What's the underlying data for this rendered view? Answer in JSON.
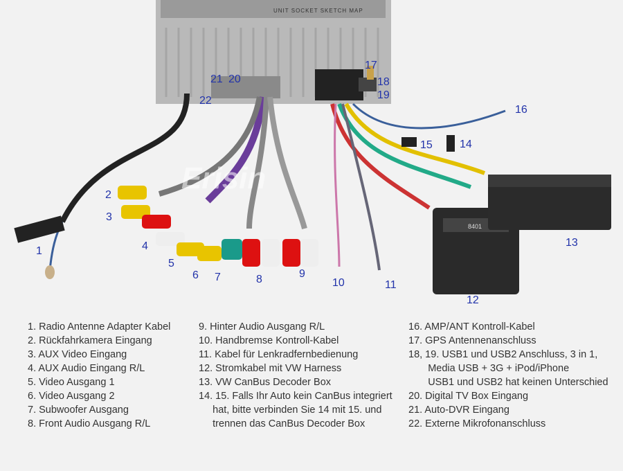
{
  "diagram": {
    "watermark": "Erisin",
    "unit_label": "UNIT SOCKET SKETCH MAP",
    "decoder_chip_label": "8401",
    "numbers": [
      "1",
      "2",
      "3",
      "4",
      "5",
      "6",
      "7",
      "8",
      "9",
      "10",
      "11",
      "12",
      "13",
      "14",
      "15",
      "16",
      "17",
      "18",
      "19",
      "20",
      "21",
      "22"
    ]
  },
  "legend": {
    "col1": [
      "1. Radio Antenne Adapter Kabel",
      "2. Rückfahrkamera Eingang",
      "3. AUX Video Eingang",
      "4. AUX Audio Eingang R/L",
      "5. Video Ausgang 1",
      "6. Video Ausgang 2",
      "7. Subwoofer Ausgang",
      "8. Front Audio Ausgang R/L"
    ],
    "col2": [
      "9. Hinter Audio Ausgang R/L",
      "10. Handbremse Kontroll-Kabel",
      "11. Kabel für Lenkradfernbedienung",
      "12. Stromkabel mit VW Harness",
      "13. VW CanBus Decoder Box",
      "14. 15. Falls Ihr Auto kein CanBus integriert",
      "     hat, bitte verbinden Sie 14 mit 15. und",
      "     trennen das CanBus Decoder Box"
    ],
    "col3": [
      "16. AMP/ANT Kontroll-Kabel",
      "17. GPS Antennenanschluss",
      "18, 19. USB1 und USB2 Anschluss, 3 in 1,",
      "       Media USB + 3G + iPod/iPhone",
      "       USB1 und USB2 hat keinen Unterschied",
      "20. Digital TV Box Eingang",
      "21. Auto-DVR Eingang",
      "22. Externe Mikrofonanschluss"
    ]
  }
}
